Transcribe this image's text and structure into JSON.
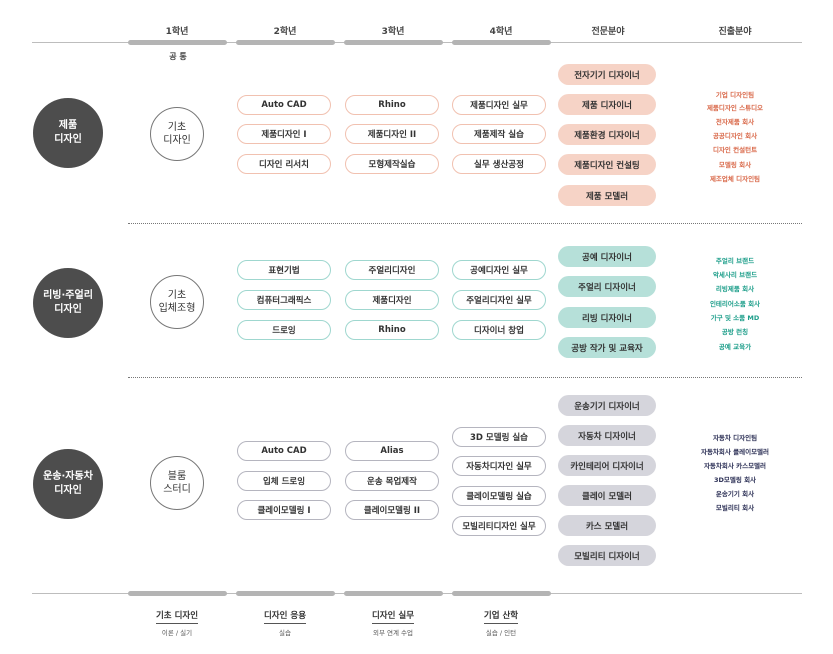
{
  "years": [
    "1학년",
    "2학년",
    "3학년",
    "4학년"
  ],
  "header_specialty": "전문분야",
  "header_career": "진출분야",
  "common_label": "공 통",
  "tracks": [
    {
      "name_line1": "제품",
      "name_line2": "디자인",
      "base_line1": "기초",
      "base_line2": "디자인",
      "year2": [
        "Auto CAD",
        "제품디자인 I",
        "디자인 리서치"
      ],
      "year3": [
        "Rhino",
        "제품디자인 II",
        "모형제작실습"
      ],
      "year4": [
        "제품디자인 실무",
        "제품제작 실습",
        "실무 생산공정"
      ],
      "specialties": [
        "전자기기 디자이너",
        "제품 디자이너",
        "제품환경 디자이너",
        "제품디자인 컨설팅",
        "제품 모델러"
      ],
      "careers": [
        "기업 디자인팀",
        "제품디자인 스튜디오",
        "전자제품 회사",
        "공공디자인 회사",
        "디자인 컨설턴트",
        "모델링 회사",
        "제조업체 디자인팀"
      ]
    },
    {
      "name_line1": "리빙·주얼리",
      "name_line2": "디자인",
      "base_line1": "기초",
      "base_line2": "입체조형",
      "year2": [
        "표현기법",
        "컴퓨터그래픽스",
        "드로잉"
      ],
      "year3": [
        "주얼리디자인",
        "제품디자인",
        "Rhino"
      ],
      "year4": [
        "공예디자인 실무",
        "주얼리디자인 실무",
        "디자이너 창업"
      ],
      "specialties": [
        "공예 디자이너",
        "주얼리 디자이너",
        "리빙 디자이너",
        "공방 작가 및 교육자"
      ],
      "careers": [
        "주얼리 브랜드",
        "악세사리 브랜드",
        "리빙제품 회사",
        "인테리어소품 회사",
        "가구 및 소품 MD",
        "공방 런칭",
        "공예 교육가"
      ]
    },
    {
      "name_line1": "운송·자동차",
      "name_line2": "디자인",
      "base_line1": "블룸",
      "base_line2": "스터디",
      "year2": [
        "Auto CAD",
        "입체 드로잉",
        "클레이모델링 I"
      ],
      "year3": [
        "Alias",
        "운송 목업제작",
        "클레이모델링 II"
      ],
      "year4": [
        "3D 모델링 실습",
        "자동차디자인 실무",
        "클레이모델링 실습",
        "모빌리티디자인 실무"
      ],
      "specialties": [
        "운송기기 디자이너",
        "자동차 디자이너",
        "카인테리어 디자이너",
        "클레이 모델러",
        "카스 모델러",
        "모빌리티 디자이너"
      ],
      "careers": [
        "자동차 디자인팀",
        "자동차회사 클레이모델러",
        "자동차회사 카스모델러",
        "3D모델링 회사",
        "운송기기 회사",
        "모빌리티 회사"
      ]
    }
  ],
  "stages": [
    {
      "title": "기초 디자인",
      "sub": "이론 / 실기"
    },
    {
      "title": "디자인 응용",
      "sub": "실습"
    },
    {
      "title": "디자인 실무",
      "sub": "외부 연계 수업"
    },
    {
      "title": "기업 산학",
      "sub": "실습 / 인턴"
    }
  ]
}
